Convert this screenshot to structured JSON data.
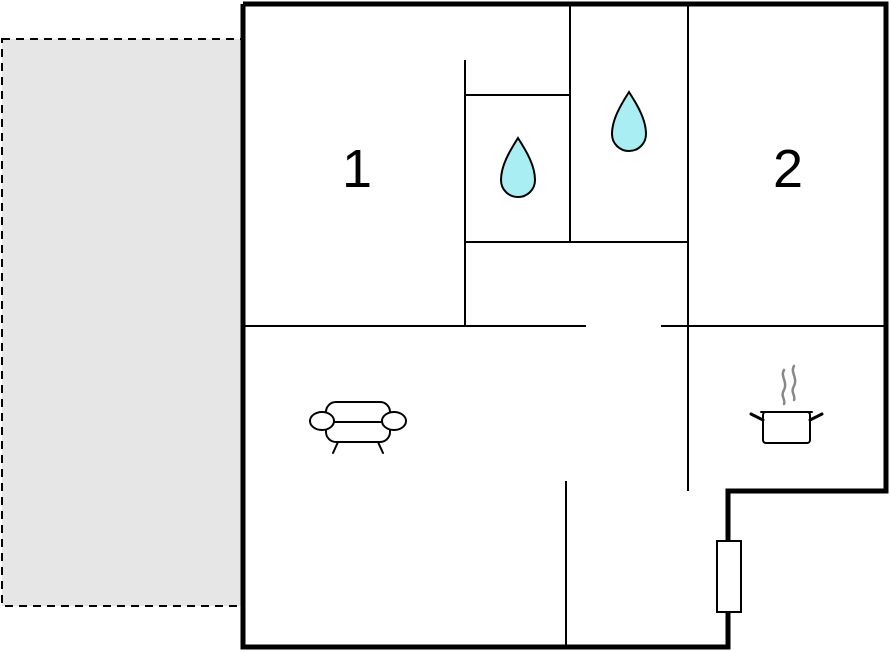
{
  "floorplan": {
    "rooms": [
      {
        "id": "bedroom-1",
        "label": "1"
      },
      {
        "id": "bedroom-2",
        "label": "2"
      }
    ],
    "icons": {
      "bathroom_1": "water-drop-icon",
      "bathroom_2": "water-drop-icon",
      "living_room": "sofa-icon",
      "kitchen": "cooking-pot-icon",
      "terrace": "terrace-area",
      "entrance": "door-icon"
    },
    "colors": {
      "walls": "#000000",
      "water_drop": "#a8eef2",
      "terrace_fill": "#e6e6e6",
      "steam": "#888888"
    }
  }
}
